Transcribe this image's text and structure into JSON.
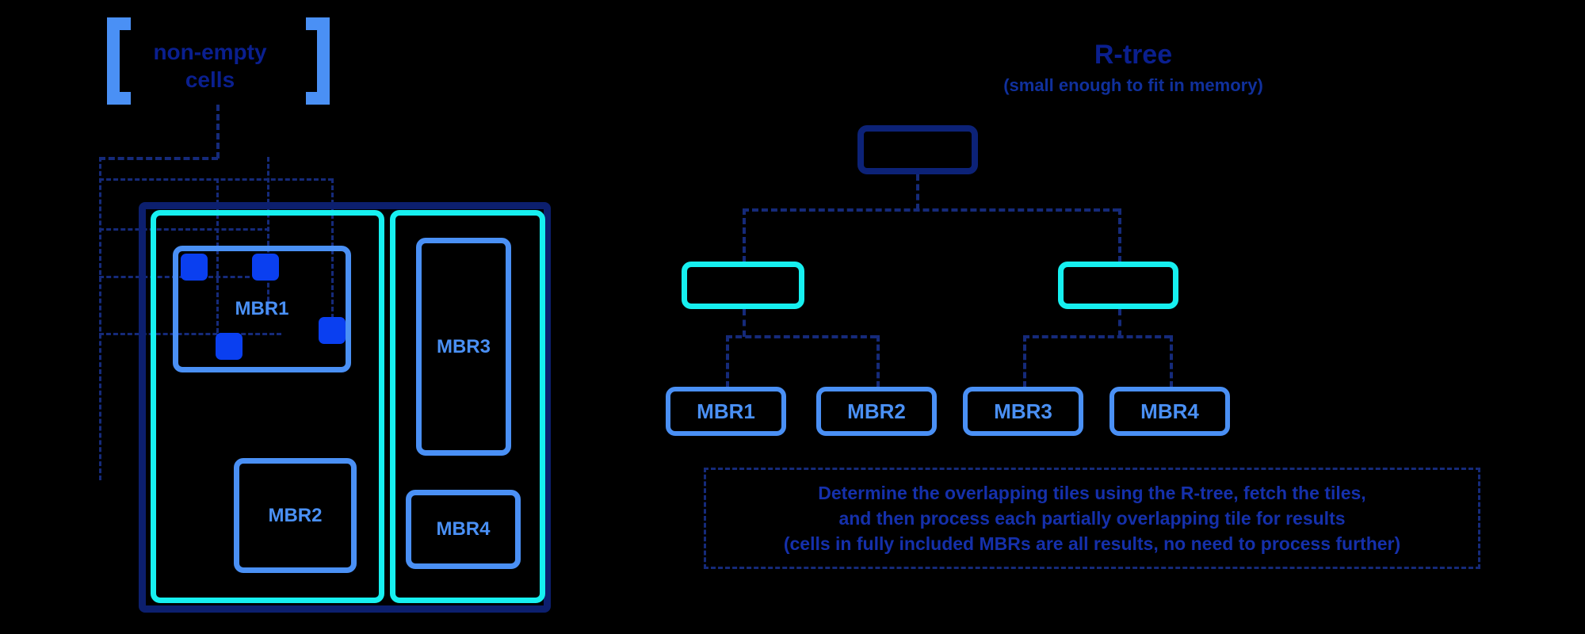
{
  "left": {
    "annotation": {
      "line1": "non-empty",
      "line2": "cells",
      "bracket_color": "#4a90f5",
      "text_color": "#0a1f8f"
    },
    "mbr_boxes": [
      {
        "label": "MBR1"
      },
      {
        "label": "MBR2"
      },
      {
        "label": "MBR3"
      },
      {
        "label": "MBR4"
      }
    ],
    "colors": {
      "outer_container": "#0c1f6e",
      "group": "#16f0f0",
      "mbr": "#4a90f5",
      "cell_fill": "#0a3ff0",
      "gridline": "#152a7a"
    },
    "cell_count": 4
  },
  "right": {
    "title": "R-tree",
    "subtitle": "(small enough to fit in memory)",
    "tree": {
      "root": {
        "label": ""
      },
      "mid": [
        {
          "label": ""
        },
        {
          "label": ""
        }
      ],
      "leaves": [
        {
          "label": "MBR1"
        },
        {
          "label": "MBR2"
        },
        {
          "label": "MBR3"
        },
        {
          "label": "MBR4"
        }
      ]
    },
    "caption": {
      "line1": "Determine the overlapping tiles using the R-tree, fetch the tiles,",
      "line2": "and then process each partially overlapping tile for results",
      "line3": "(cells in fully included MBRs are all results, no need to process further)"
    },
    "colors": {
      "title": "#0a1f8f",
      "root_node": "#0c2277",
      "mid_node": "#16f0f0",
      "leaf_node": "#4a90f5",
      "caption_text": "#1530ab"
    }
  }
}
